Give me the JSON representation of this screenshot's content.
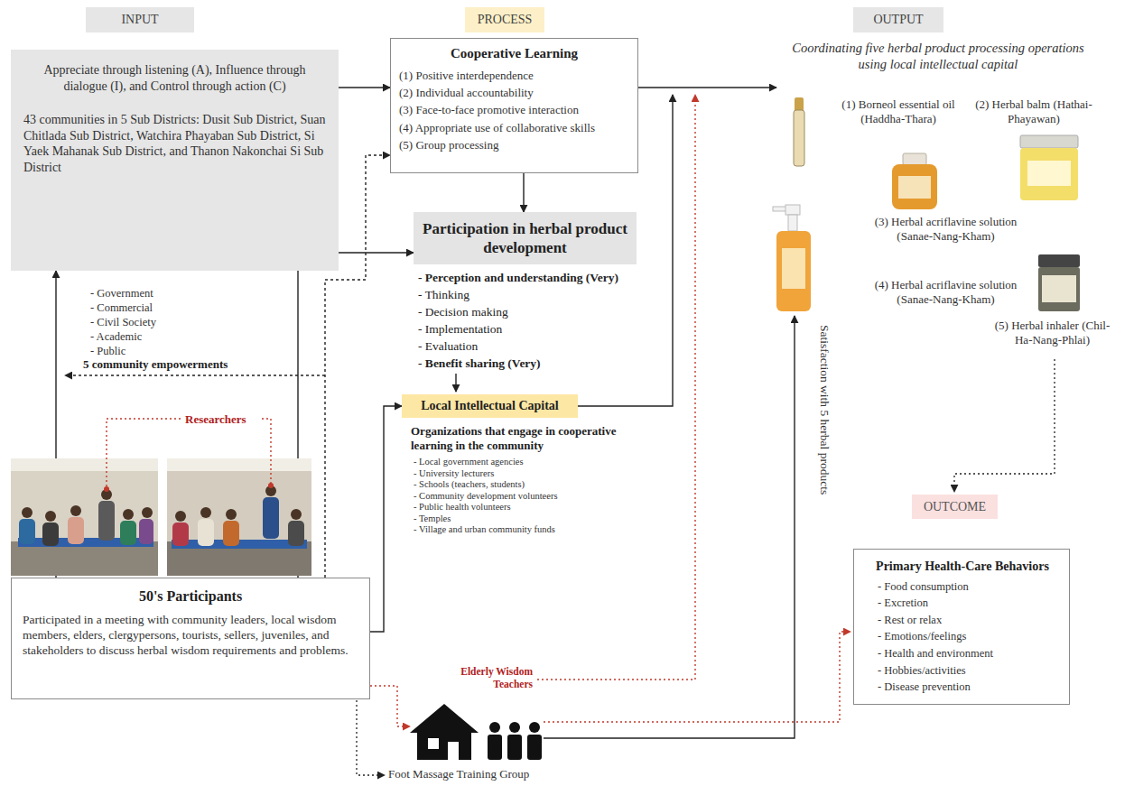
{
  "diagram": {
    "nodes": [
      {
        "text": [
          "INPUT"
        ]
      },
      {
        "text": [
          "PROCESS"
        ]
      },
      {
        "text": [
          "OUTPUT"
        ]
      },
      {
        "text": [
          "Appreciate through listening (A), Influence through dialogue (I), and Control through action (C)",
          "43 communities in 5 Sub Districts: Dusit Sub District, Suan Chitlada Sub District, Watchira Phayaban Sub District, Si Yaek Mahanak Sub District, and Thanon Nakonchai Si Sub District"
        ]
      },
      {
        "text": [
          "Cooperative Learning",
          "(1) Positive interdependence",
          "(2) Individual accountability",
          "(3) Face-to-face promotive interaction",
          "(4) Appropriate use of collaborative skills",
          "(5) Group processing"
        ]
      },
      {
        "text": [
          "Participation in herbal product development"
        ]
      },
      {
        "text": [
          "Local Intellectual Capital"
        ]
      },
      {
        "text": [
          "50's Participants",
          "Participated in a meeting with community leaders, local wisdom members, elders, clergypersons, tourists, sellers, juveniles, and stakeholders to discuss herbal wisdom requirements and problems."
        ]
      },
      {
        "text": [
          "OUTCOME"
        ]
      },
      {
        "text": [
          "Primary Health-Care Behaviors",
          "- Food consumption",
          "- Excretion",
          "- Rest or relax",
          "- Emotions/feelings",
          "- Health and environment",
          "- Hobbies/activities",
          "- Disease prevention"
        ]
      }
    ],
    "edges": [
      {
        "from": 3,
        "to": 4,
        "arrow": "to"
      },
      {
        "from": 4,
        "to": 5,
        "arrow": "to"
      },
      {
        "from": 7,
        "to": 3,
        "arrow": "to"
      },
      {
        "from": 7,
        "to": 5,
        "arrow": "to"
      },
      {
        "from": 7,
        "to": 4,
        "arrow": "to"
      },
      {
        "from": 7,
        "to": 6,
        "arrow": "to"
      }
    ],
    "labels": [
      "- Government",
      "- Commercial",
      "- Civil Society",
      "- Academic",
      "- Public",
      "5 community empowerments",
      "Researchers",
      "- Perception and understanding (Very)",
      "- Thinking",
      "- Decision making",
      "- Implementation",
      "- Evaluation",
      "- Benefit sharing (Very)",
      "Organizations that engage in cooperative learning in the community",
      "- Local government agencies",
      "- University lecturers",
      "- Schools (teachers, students)",
      "- Community development volunteers",
      "- Public health volunteers",
      "- Temples",
      "- Village and urban community funds",
      "Elderly Wisdom Teachers",
      "Foot Massage Training Group",
      "Coordinating five herbal product processing operations using local intellectual capital",
      "(1) Borneol essential oil (Haddha-Thara)",
      "(2) Herbal balm (Hathai-Phayawan)",
      "(3) Herbal acriflavine solution (Sanae-Nang-Kham)",
      "(4) Herbal acriflavine solution (Sanae-Nang-Kham)",
      "(5) Herbal inhaler (Chil-Ha-Nang-Phlai)",
      "Satisfaction with 5 herbal products"
    ]
  }
}
